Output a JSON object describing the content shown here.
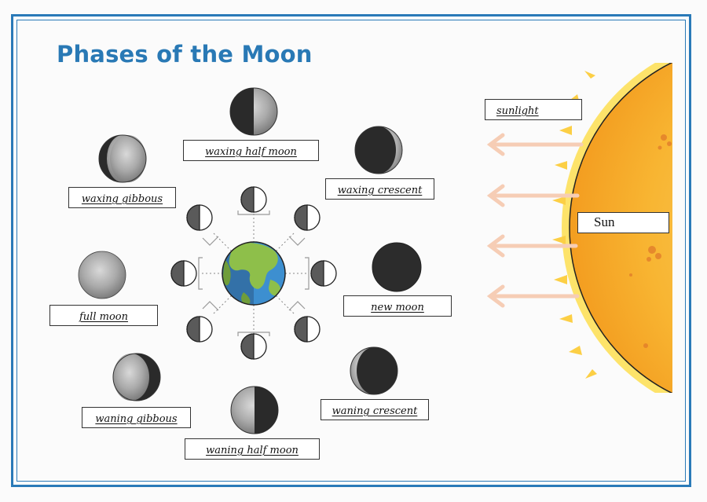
{
  "title": "Phases of the Moon",
  "labels": {
    "waxing_half_moon": "waxing half moon",
    "waxing_crescent": "waxing crescent",
    "waxing_gibbous": "waxing gibbous",
    "full_moon": "full moon",
    "new_moon": "new moon",
    "waning_gibbous": "waning gibbous",
    "waning_crescent": "waning crescent",
    "waning_half_moon": "waning half moon",
    "sunlight": "sunlight",
    "sun": "Sun"
  },
  "colors": {
    "title": "#2979b5",
    "frame": "#2a7ab8",
    "arrow": "#f6cdb5",
    "sun": "#f9b233",
    "moon_dark": "#2a2a2a"
  }
}
